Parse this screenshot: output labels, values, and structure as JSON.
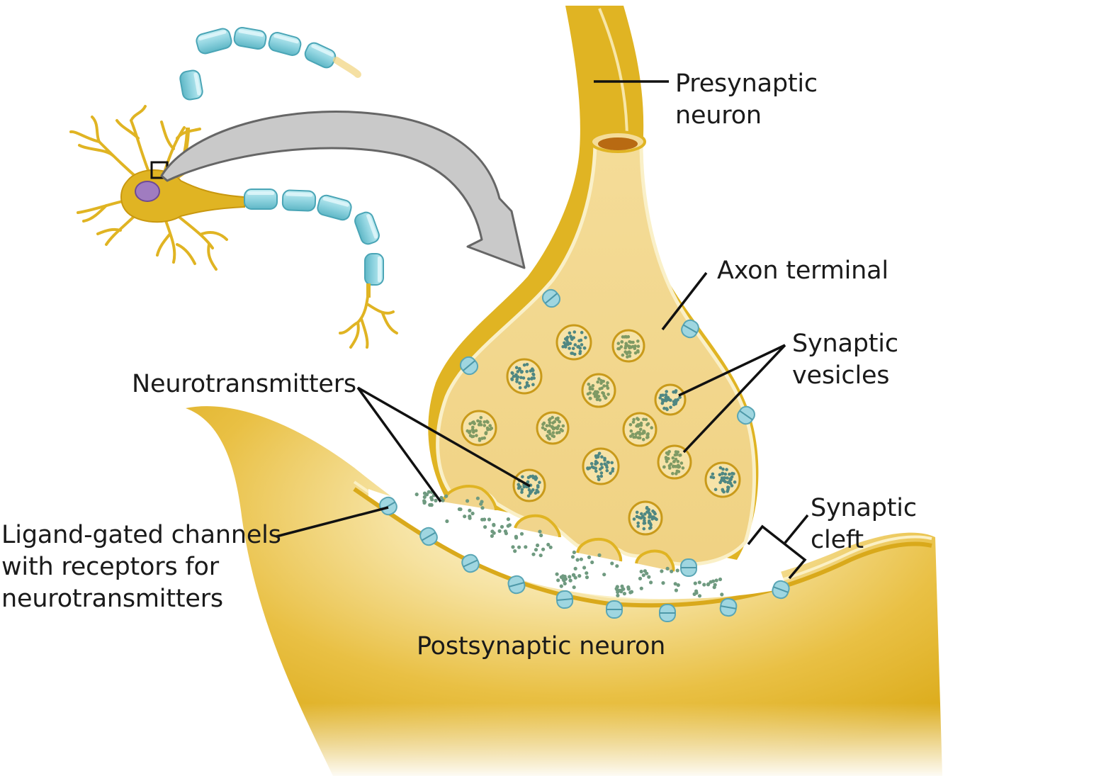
{
  "labels": {
    "presynaptic": {
      "line1": "Presynaptic",
      "line2": "neuron"
    },
    "axon_terminal": "Axon terminal",
    "synaptic_vesicles": {
      "line1": "Synaptic",
      "line2": "vesicles"
    },
    "neurotransmitters": "Neurotransmitters",
    "ligand_gated": {
      "line1": "Ligand-gated channels",
      "line2": "with receptors for",
      "line3": "neurotransmitters"
    },
    "synaptic_cleft": {
      "line1": "Synaptic",
      "line2": "cleft"
    },
    "postsynaptic": "Postsynaptic neuron"
  },
  "colors": {
    "neuron_gold": "#e0b423",
    "neuron_pale": "#f2d88c",
    "terminal_fill": "#f1d58c",
    "myelin": "#8fd3df",
    "channel": "#9fd6e0",
    "nucleus": "#a07cc0",
    "vesicle_green": "#7f9a64",
    "vesicle_teal": "#4f8782",
    "arrow_gray": "#c9c9c9"
  }
}
